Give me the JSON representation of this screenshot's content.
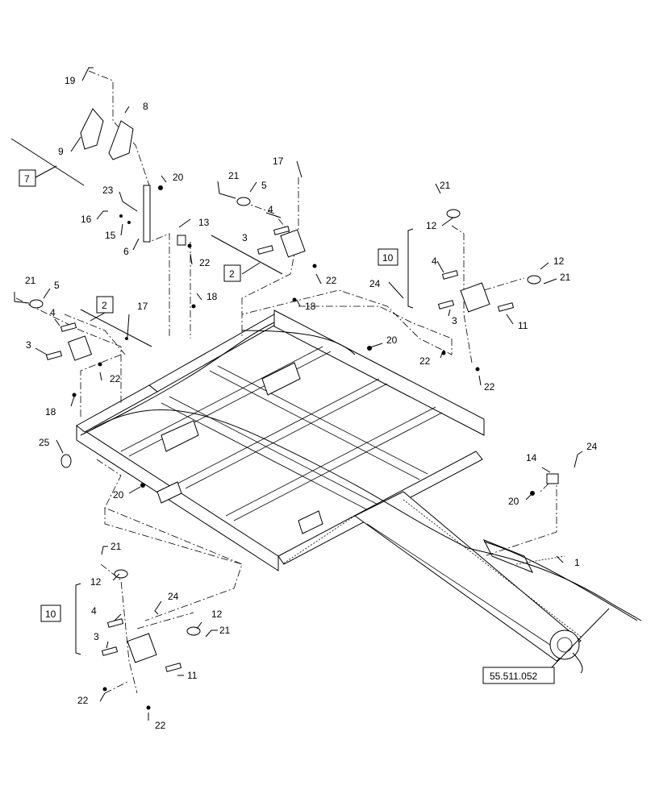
{
  "callouts": [
    {
      "id": "c19",
      "text": "19"
    },
    {
      "id": "c8",
      "text": "8"
    },
    {
      "id": "c9",
      "text": "9"
    },
    {
      "id": "c7",
      "text": "7"
    },
    {
      "id": "c20a",
      "text": "20"
    },
    {
      "id": "c23",
      "text": "23"
    },
    {
      "id": "c16",
      "text": "16"
    },
    {
      "id": "c15",
      "text": "15"
    },
    {
      "id": "c6",
      "text": "6"
    },
    {
      "id": "c13",
      "text": "13"
    },
    {
      "id": "c22a",
      "text": "22"
    },
    {
      "id": "c17a",
      "text": "17"
    },
    {
      "id": "c21a",
      "text": "21"
    },
    {
      "id": "c5a",
      "text": "5"
    },
    {
      "id": "c4a",
      "text": "4"
    },
    {
      "id": "c3a",
      "text": "3"
    },
    {
      "id": "c2a",
      "text": "2"
    },
    {
      "id": "c22b",
      "text": "22"
    },
    {
      "id": "c18a",
      "text": "18"
    },
    {
      "id": "c18b",
      "text": "18"
    },
    {
      "id": "c21b",
      "text": "21"
    },
    {
      "id": "c5b",
      "text": "5"
    },
    {
      "id": "c2b",
      "text": "2"
    },
    {
      "id": "c17b",
      "text": "17"
    },
    {
      "id": "c4b",
      "text": "4"
    },
    {
      "id": "c3b",
      "text": "3"
    },
    {
      "id": "c22c",
      "text": "22"
    },
    {
      "id": "c18c",
      "text": "18"
    },
    {
      "id": "c25",
      "text": "25"
    },
    {
      "id": "c20b",
      "text": "20"
    },
    {
      "id": "c20c",
      "text": "20"
    },
    {
      "id": "c21c",
      "text": "21"
    },
    {
      "id": "c12a",
      "text": "12"
    },
    {
      "id": "c10a",
      "text": "10"
    },
    {
      "id": "c4c",
      "text": "4"
    },
    {
      "id": "c24a",
      "text": "24"
    },
    {
      "id": "c12b",
      "text": "12"
    },
    {
      "id": "c21d",
      "text": "21"
    },
    {
      "id": "c3c",
      "text": "3"
    },
    {
      "id": "c11a",
      "text": "11"
    },
    {
      "id": "c22d",
      "text": "22"
    },
    {
      "id": "c22e",
      "text": "22"
    },
    {
      "id": "c14",
      "text": "14"
    },
    {
      "id": "c24b",
      "text": "24"
    },
    {
      "id": "c20d",
      "text": "20"
    },
    {
      "id": "c1",
      "text": "1"
    },
    {
      "id": "c21e",
      "text": "21"
    },
    {
      "id": "c12c",
      "text": "12"
    },
    {
      "id": "c24c",
      "text": "24"
    },
    {
      "id": "c10b",
      "text": "10"
    },
    {
      "id": "c4d",
      "text": "4"
    },
    {
      "id": "c12d",
      "text": "12"
    },
    {
      "id": "c21f",
      "text": "21"
    },
    {
      "id": "c3d",
      "text": "3"
    },
    {
      "id": "c11b",
      "text": "11"
    },
    {
      "id": "c22f",
      "text": "22"
    },
    {
      "id": "c22g",
      "text": "22"
    },
    {
      "id": "cref",
      "text": "55.511.052"
    }
  ]
}
